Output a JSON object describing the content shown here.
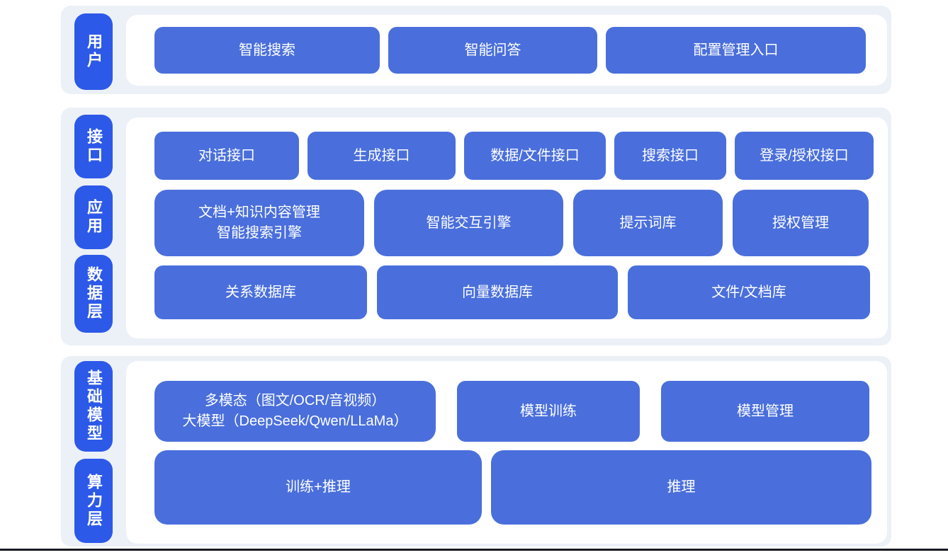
{
  "colors": {
    "label_pill_blue": "#2C59E8",
    "node_blue": "#4A6FDC",
    "panel_background": "#ECF0F7",
    "card_background": "#FFFFFF",
    "text": "#FFFFFF",
    "bottom_rule": "#171A20"
  },
  "layers": {
    "user": {
      "label": "用户",
      "nodes": [
        "智能搜索",
        "智能问答",
        "配置管理入口"
      ]
    },
    "interface": {
      "label": "接口",
      "nodes": [
        "对话接口",
        "生成接口",
        "数据/文件接口",
        "搜索接口",
        "登录/授权接口"
      ]
    },
    "application": {
      "label": "应用",
      "nodes": [
        "文档+知识内容管理\n智能搜索引擎",
        "智能交互引擎",
        "提示词库",
        "授权管理"
      ]
    },
    "data": {
      "label": "数据层",
      "nodes": [
        "关系数据库",
        "向量数据库",
        "文件/文档库"
      ]
    },
    "foundation_model": {
      "label": "基础模型",
      "nodes": [
        "多模态（图文/OCR/音视频）\n大模型（DeepSeek/Qwen/LLaMa）",
        "模型训练",
        "模型管理"
      ]
    },
    "compute": {
      "label": "算力层",
      "nodes": [
        "训练+推理",
        "推理"
      ]
    }
  }
}
